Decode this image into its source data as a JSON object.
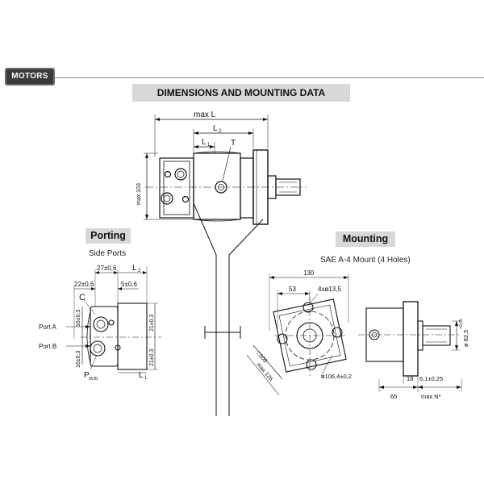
{
  "header": {
    "tab_label": "MOTORS",
    "title": "DIMENSIONS AND MOUNTING DATA"
  },
  "top_view": {
    "dims": {
      "max_l": "max L",
      "l2": "L",
      "l2_sub": "2",
      "l1": "L",
      "l1_sub": "1",
      "t": "T",
      "max_103": "max 103"
    }
  },
  "porting": {
    "title": "Porting",
    "subtitle": "Side Ports",
    "dims": {
      "d27": "27±0,6",
      "l2": "L",
      "l2_sub": "2",
      "d22": "22±0,6",
      "d5": "5±0,6",
      "c": "C",
      "port_a": "Port A",
      "port_b": "Port B",
      "d16_top": "16±0,3",
      "d16_bot": "16±0,3",
      "d21_top": "21±0,3",
      "d21_bot": "21±0,3",
      "p_ab": "P",
      "p_ab_sub": "(A,B)",
      "l1": "L",
      "l1_sub": "1"
    }
  },
  "mounting": {
    "title": "Mounting",
    "subtitle": "SAE A-4 Mount (4 Holes)",
    "dims": {
      "d130": "130",
      "d53": "53",
      "holes": "4xø13,5",
      "d105": "□105",
      "max126": "max 126",
      "bolt_circle": "ø106,4±0,2",
      "d65": "65",
      "d18": "18",
      "d6": "6,1±0,25",
      "max_n": "max N*",
      "d82": "ø 82,5",
      "d82_tol": "+0,05"
    }
  }
}
